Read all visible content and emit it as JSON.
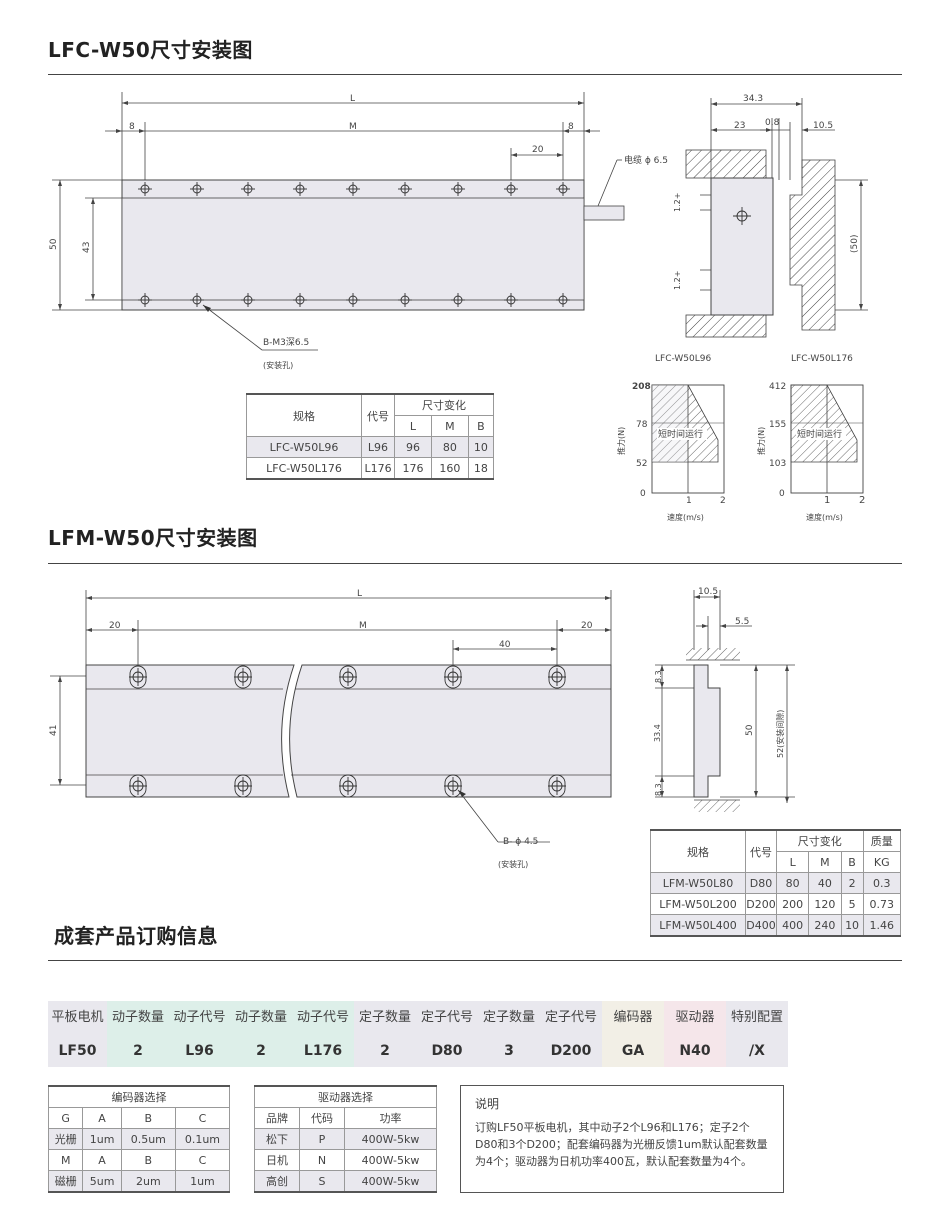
{
  "sections": {
    "lfc_title": "LFC-W50尺寸安装图",
    "lfm_title": "LFM-W50尺寸安装图",
    "order_title": "成套产品订购信息"
  },
  "lfc_drawing": {
    "dim_L": "L",
    "dim_M": "M",
    "dim_8_left": "8",
    "dim_8_right": "8",
    "dim_20": "20",
    "dim_50": "50",
    "dim_43": "43",
    "cable": "电缆 ϕ 6.5",
    "hole_note": "B-M3深6.5",
    "hole_sub": "(安装孔)",
    "side_34_3": "34.3",
    "side_23": "23",
    "side_0_8": "0.8",
    "side_10_5": "10.5",
    "side_1_2a": "1.2+",
    "side_1_2b": "1.2+",
    "side_50": "(50)"
  },
  "lfc_table": {
    "h_spec": "规格",
    "h_code": "代号",
    "h_change": "尺寸变化",
    "h_L": "L",
    "h_M": "M",
    "h_B": "B",
    "rows": [
      {
        "spec": "LFC-W50L96",
        "code": "L96",
        "L": "96",
        "M": "80",
        "B": "10"
      },
      {
        "spec": "LFC-W50L176",
        "code": "L176",
        "L": "176",
        "M": "160",
        "B": "18"
      }
    ]
  },
  "charts": [
    {
      "title": "LFC-W50L96",
      "ylabel": "推力(N)",
      "xlabel": "速度(m/s)",
      "yticks": [
        "208",
        "78",
        "52",
        "0"
      ],
      "xticks": [
        "1",
        "2"
      ],
      "region_label": "短时间运行"
    },
    {
      "title": "LFC-W50L176",
      "ylabel": "推力(N)",
      "xlabel": "速度(m/s)",
      "yticks": [
        "412",
        "155",
        "103",
        "0"
      ],
      "xticks": [
        "1",
        "2"
      ],
      "region_label": "短时间运行"
    }
  ],
  "lfm_drawing": {
    "dim_L": "L",
    "dim_M": "M",
    "dim_20_left": "20",
    "dim_20_right": "20",
    "dim_40": "40",
    "dim_41": "41",
    "hole_note": "B- ϕ 4.5",
    "hole_sub": "(安装孔)",
    "side_10_5": "10.5",
    "side_5_5": "5.5",
    "side_8_3a": "8.3",
    "side_33_4": "33.4",
    "side_8_3b": "8.3",
    "side_50": "50",
    "side_52": "52(安装间隙)"
  },
  "lfm_table": {
    "h_spec": "规格",
    "h_code": "代号",
    "h_change": "尺寸变化",
    "h_mass": "质量",
    "h_L": "L",
    "h_M": "M",
    "h_B": "B",
    "h_KG": "KG",
    "rows": [
      {
        "spec": "LFM-W50L80",
        "code": "D80",
        "L": "80",
        "M": "40",
        "B": "2",
        "kg": "0.3"
      },
      {
        "spec": "LFM-W50L200",
        "code": "D200",
        "L": "200",
        "M": "120",
        "B": "5",
        "kg": "0.73"
      },
      {
        "spec": "LFM-W50L400",
        "code": "D400",
        "L": "400",
        "M": "240",
        "B": "10",
        "kg": "1.46"
      }
    ]
  },
  "order": {
    "columns": [
      {
        "label": "平板电机",
        "value": "LF50",
        "color": "#e9e8ee"
      },
      {
        "label": "动子数量",
        "value": "2",
        "color": "#ddefe9"
      },
      {
        "label": "动子代号",
        "value": "L96",
        "color": "#ddefe9"
      },
      {
        "label": "动子数量",
        "value": "2",
        "color": "#ddefe9"
      },
      {
        "label": "动子代号",
        "value": "L176",
        "color": "#ddefe9"
      },
      {
        "label": "定子数量",
        "value": "2",
        "color": "#e9e8ee"
      },
      {
        "label": "定子代号",
        "value": "D80",
        "color": "#e9e8ee"
      },
      {
        "label": "定子数量",
        "value": "3",
        "color": "#e9e8ee"
      },
      {
        "label": "定子代号",
        "value": "D200",
        "color": "#e9e8ee"
      },
      {
        "label": "编码器",
        "value": "GA",
        "color": "#f2efe6"
      },
      {
        "label": "驱动器",
        "value": "N40",
        "color": "#f5e6ea"
      },
      {
        "label": "特别配置",
        "value": "/X",
        "color": "#e9e8ee"
      }
    ]
  },
  "encoder_table": {
    "title": "编码器选择",
    "rows": [
      [
        "G",
        "A",
        "B",
        "C"
      ],
      [
        "光栅",
        "1um",
        "0.5um",
        "0.1um"
      ],
      [
        "M",
        "A",
        "B",
        "C"
      ],
      [
        "磁栅",
        "5um",
        "2um",
        "1um"
      ]
    ]
  },
  "driver_table": {
    "title": "驱动器选择",
    "header": [
      "品牌",
      "代码",
      "功率"
    ],
    "rows": [
      [
        "松下",
        "P",
        "400W-5kw"
      ],
      [
        "日机",
        "N",
        "400W-5kw"
      ],
      [
        "高创",
        "S",
        "400W-5kw"
      ]
    ]
  },
  "note": {
    "title": "说明",
    "text": "订购LF50平板电机，其中动子2个L96和L176；定子2个D80和3个D200；配套编码器为光栅反馈1um默认配套数量为4个；驱动器为日机功率400瓦，默认配套数量为4个。"
  },
  "colors": {
    "plate": "#e9e8ee",
    "line": "#444444"
  }
}
